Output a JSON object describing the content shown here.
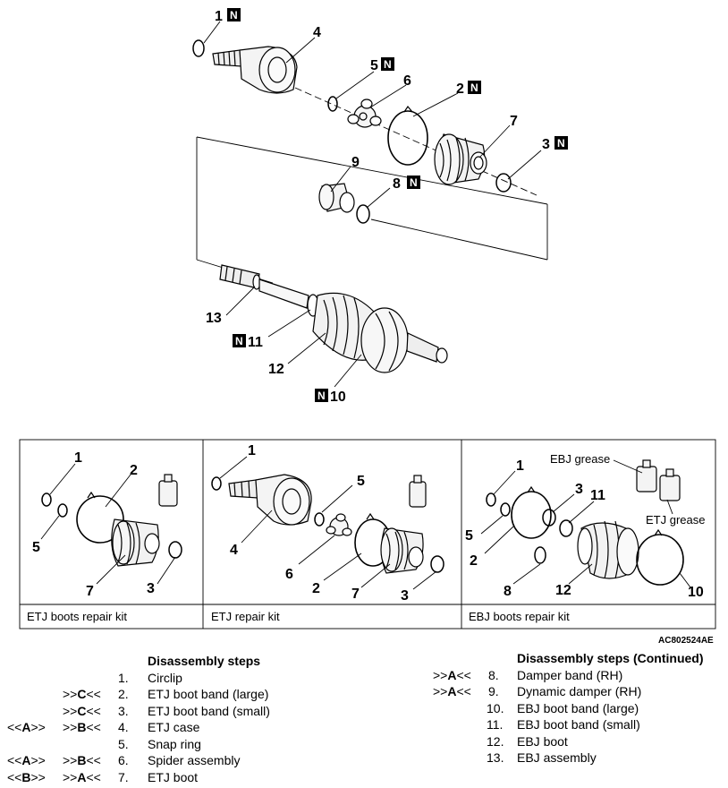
{
  "main_diagram": {
    "callouts": [
      "1",
      "2",
      "3",
      "4",
      "5",
      "6",
      "7",
      "8",
      "9",
      "10",
      "11",
      "12",
      "13"
    ],
    "n_mark": "N"
  },
  "kits": {
    "etj_boots": {
      "title": "ETJ boots repair kit",
      "callouts": [
        "1",
        "2",
        "5",
        "7",
        "3"
      ]
    },
    "etj": {
      "title": "ETJ repair kit",
      "callouts": [
        "1",
        "5",
        "4",
        "6",
        "2",
        "7",
        "3"
      ]
    },
    "ebj_boots": {
      "title": "EBJ boots repair kit",
      "callouts": [
        "1",
        "3",
        "11",
        "5",
        "2",
        "8",
        "12",
        "10"
      ],
      "ebj_grease": "EBJ grease",
      "etj_grease": "ETJ grease"
    }
  },
  "figure_code": "AC802524AE",
  "steps_left": {
    "header": "Disassembly steps",
    "items": [
      {
        "c1": "",
        "c1b": "",
        "c2": "",
        "c2b": "",
        "num": "1.",
        "text": "Circlip"
      },
      {
        "c1": "",
        "c1b": "",
        "c2": ">>",
        "c2b": "C",
        "c2e": "<<",
        "num": "2.",
        "text": "ETJ boot band (large)"
      },
      {
        "c1": "",
        "c1b": "",
        "c2": ">>",
        "c2b": "C",
        "c2e": "<<",
        "num": "3.",
        "text": "ETJ boot band (small)"
      },
      {
        "c1": "<<",
        "c1b": "A",
        "c1e": ">>",
        "c2": ">>",
        "c2b": "B",
        "c2e": "<<",
        "num": "4.",
        "text": "ETJ case"
      },
      {
        "c1": "",
        "c1b": "",
        "c2": "",
        "c2b": "",
        "num": "5.",
        "text": "Snap ring"
      },
      {
        "c1": "<<",
        "c1b": "A",
        "c1e": ">>",
        "c2": ">>",
        "c2b": "B",
        "c2e": "<<",
        "num": "6.",
        "text": "Spider assembly"
      },
      {
        "c1": "<<",
        "c1b": "B",
        "c1e": ">>",
        "c2": ">>",
        "c2b": "A",
        "c2e": "<<",
        "num": "7.",
        "text": "ETJ boot"
      }
    ]
  },
  "steps_right": {
    "header": "Disassembly steps (Continued)",
    "items": [
      {
        "c2": ">>",
        "c2b": "A",
        "c2e": "<<",
        "num": "8.",
        "text": "Damper band (RH)"
      },
      {
        "c2": ">>",
        "c2b": "A",
        "c2e": "<<",
        "num": "9.",
        "text": "Dynamic damper (RH)"
      },
      {
        "c2": "",
        "c2b": "",
        "num": "10.",
        "text": "EBJ boot band (large)"
      },
      {
        "c2": "",
        "c2b": "",
        "num": "11.",
        "text": "EBJ boot band (small)"
      },
      {
        "c2": "",
        "c2b": "",
        "num": "12.",
        "text": "EBJ boot"
      },
      {
        "c2": "",
        "c2b": "",
        "num": "13.",
        "text": "EBJ assembly"
      }
    ]
  }
}
